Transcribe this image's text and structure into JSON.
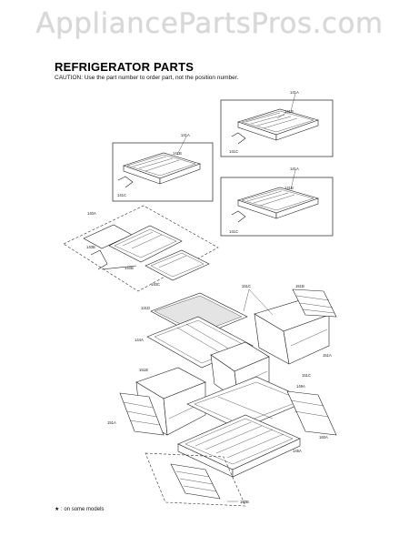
{
  "header": {
    "watermark": "AppliancePartsPros.com"
  },
  "page": {
    "title": "REFRIGERATOR PARTS",
    "caution": "CAUTION: Use the part number to order part, not the position number.",
    "footnote": "★ : on some models"
  },
  "callouts": {
    "c141a_1": "141A",
    "c141b_1": "141B",
    "c141c_1": "141C",
    "c141a_2": "141A",
    "c141b_2": "141B",
    "c141c_2": "141C",
    "c141a_3": "141A",
    "c141b_3": "141B",
    "c141c_3": "141C",
    "c140a": "140A",
    "c140b_1": "140B",
    "c140b_2": "140B",
    "c140c": "140C",
    "c151c_1": "151C",
    "c151c_2": "151C",
    "c151b_1": "151B",
    "c151b_2": "151B",
    "c151a_1": "151A",
    "c151a_2": "151A",
    "c141d": "141D",
    "c144a": "144A",
    "c149a": "149A",
    "c160a": "160A",
    "c145a": "145A",
    "c160b": "160B"
  }
}
